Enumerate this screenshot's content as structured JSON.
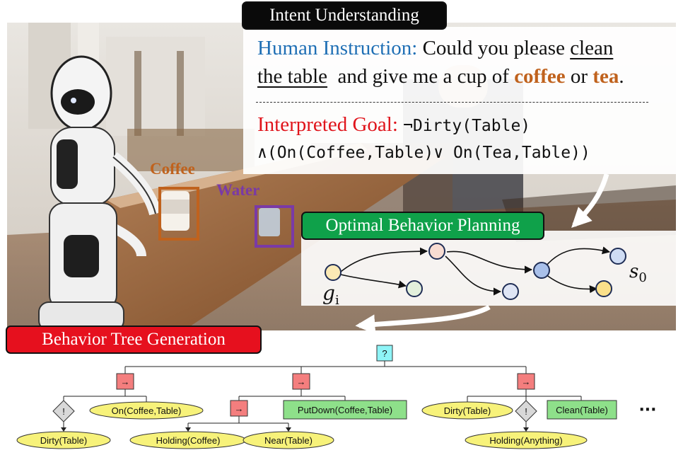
{
  "sections": {
    "intent_title": "Intent Understanding",
    "planning_title": "Optimal Behavior Planning",
    "bt_title": "Behavior Tree Generation"
  },
  "instruction": {
    "prefix": "Human Instruction:",
    "t1": "Could you please",
    "t2": "clean",
    "t3": "the table",
    "t4": "and give me a cup of",
    "t5": "coffee",
    "t6": "or",
    "t7": "tea",
    "t8": "."
  },
  "goal": {
    "prefix": "Interpreted Goal:",
    "line1": "¬Dirty(Table)",
    "line2": "∧(On(Coffee,Table)∨ On(Tea,Table))"
  },
  "objects": {
    "coffee": "Coffee",
    "water": "Water"
  },
  "planning": {
    "goal_label": "g",
    "goal_sub": "i",
    "start_label": "s",
    "start_sub": "0"
  },
  "tree": {
    "root": "?",
    "seq": "→",
    "cond_not": "!",
    "nodes": {
      "on_coffee_table": "On(Coffee,Table)",
      "dirty_table_1": "Dirty(Table)",
      "putdown": "PutDown(Coffee,Table)",
      "holding_coffee": "Holding(Coffee)",
      "near_table": "Near(Table)",
      "dirty_table_2": "Dirty(Table)",
      "clean_table": "Clean(Table)",
      "holding_anything": "Holding(Anything)",
      "ellipsis": "···"
    }
  },
  "colors": {
    "sequence": "#f47e7e",
    "selector": "#8ef4f7",
    "action": "#8ee08a",
    "condition": "#f7f27a",
    "decorator": "#d8d8d8",
    "coffee": "#c0621d",
    "water": "#7a3aa6"
  }
}
